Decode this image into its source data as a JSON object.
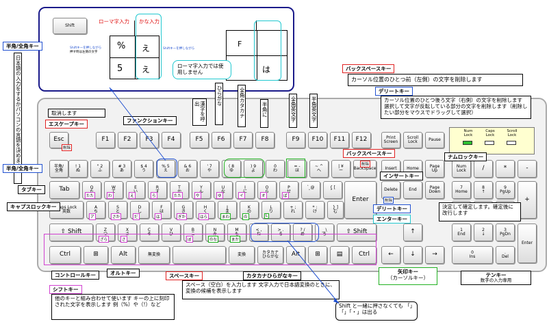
{
  "top_panel": {
    "shift_key": "Shift",
    "romaji_label": "ローマ字入力",
    "kana_label": "かな入力",
    "shift_note_left_1": "Shiftキーを押しながら",
    "shift_note_left_2": "押す時は左側の文字",
    "shift_note_right": "Shiftキーを押しながら",
    "key_percent": "%",
    "key_e1": "え",
    "key_5": "5",
    "key_e2": "え",
    "key_F": "F",
    "key_ha": "は",
    "romaji_note": "ローマ字入力では使用しません"
  },
  "callouts": {
    "hankaku_top": "半角/全角キー",
    "japanese_toggle": "日本語の入力をするかパソコンの言語を決めます",
    "backspace_title": "バックスペースキー",
    "backspace_desc": "カーソル位置のひとつ前（左側）の文字を削除します",
    "delete_title": "デリートキー",
    "delete_desc": "カーソル位置のひとつ後ろ文字（右側）の文字を削除します 選択して文字が反転している部分の文字を削除します（削除したい部分をマウスでドラッグして選択）",
    "cancel_desc": "取消します",
    "escape_title": "エスケープキー",
    "function_title": "ファンクションキー",
    "f5": "漢字を呼出",
    "f6": "ひらがな",
    "f7": "全角カタカナ",
    "f8": "半角に",
    "f9": "全角英文字",
    "f10": "半角英文字",
    "hankaku_mid": "半角/全角キー",
    "tab_title": "タブキー",
    "caps_title": "キャプスロックキー",
    "backspace_title2": "バックスペースキー",
    "insert_title": "インサートキー",
    "numlock_title": "ナムロックキー",
    "delete_title2": "デリートキー",
    "enter_title": "エンターキー",
    "enter_desc": "決定して確定します。確定後に改行します",
    "control_title": "コントロールキー",
    "alt_title": "オルトキー",
    "space_title": "スペースキー",
    "space_desc": "スペース（空白）を入力します 文字入力で日本語変換のときに、変換の候補を表示します",
    "kana_title": "カタカナひらがなキー",
    "arrow_title": "矢印キー",
    "arrow_sub": "（カーソルキー）",
    "tenkey_title": "テンキー",
    "tenkey_sub": "数字の入力専用",
    "shift_title": "シフトキー",
    "shift_desc": "他のキーと組み合わせて使います キーの上に刻印された文字を表示します 例（%）や（!）など",
    "shift_note": "Shift と一緒に押さなくても 「」「」「・」は出る"
  },
  "keys": {
    "esc": "Esc",
    "f1": "F1",
    "f2": "F2",
    "f3": "F3",
    "f4": "F4",
    "f5": "F5",
    "f6": "F6",
    "f7": "F7",
    "f8": "F8",
    "f9": "F9",
    "f10": "F10",
    "f11": "F11",
    "f12": "F12",
    "prtsc": "Print\nScreen",
    "scrlk": "Scroll\nLock",
    "pause": "Pause",
    "ind_num": "Num\nLock",
    "ind_caps": "Caps\nLock",
    "ind_scroll": "Scroll\nLock",
    "hz": "半角/\n全角",
    "n1": "! 1\nぬ",
    "n2": "\" 2\nふ",
    "n3": "# 3\nあ",
    "n4": "$ 4\nう",
    "n5": "% 5\nえ",
    "n6": "& 6\nお",
    "n7": "' 7\nや",
    "n8": "( 8\nゆ",
    "n9": ") 9\nよ",
    "n0": "0\nわ",
    "minus": "= -\nほ",
    "caret": "~ ^\nへ",
    "yen": "| ¥\nー",
    "bs": "BackSpace",
    "ins": "Insert",
    "home": "Home",
    "pgup": "Page\nUp",
    "numlock": "Num\nLock",
    "div": "/",
    "mul": "*",
    "sub": "-",
    "tab": "Tab",
    "q": "Q\nた",
    "w": "W\nて",
    "e": "E\nい",
    "r": "R\nす",
    "t": "T\nか",
    "y": "Y\nん",
    "u": "U\nな",
    "i": "I\nに",
    "o": "O\nら",
    "p": "P\nせ",
    "at": "` @\n゛",
    "lbr": "{ [\n゜",
    "enter": "Enter",
    "del": "Delete",
    "end": "End",
    "pgdn": "Page\nDown",
    "np7": "7\nHome",
    "np8": "8\n↑",
    "np9": "9\nPgUp",
    "add": "+",
    "caps": "Caps Lock\n英数",
    "a": "A\nち",
    "s": "S\nと",
    "d": "D\nし",
    "f": "F\nは",
    "g": "G\nき",
    "h": "H\nく",
    "j": "J\nま",
    "k": "K\nの",
    "l": "L\nり",
    "semi": "+ ;\nれ",
    "colon": "* :\nけ",
    "rbr": "} ]\nむ",
    "np4": "4\n←",
    "np5": "5",
    "np6": "6\n→",
    "lshift": "⇧ Shift",
    "z": "Z\nつ",
    "x": "X\nさ",
    "c": "C\nそ",
    "v": "V\nひ",
    "b": "B\nこ",
    "n": "N\nみ",
    "m": "M\nも",
    "comma": "< ,\nね",
    "period": "> .\nる",
    "slash": "? /\nめ",
    "bslash": "_ \\\nろ",
    "rshift": "⇧ Shift",
    "up": "↑",
    "np1": "1\nEnd",
    "np2": "2\n↓",
    "np3": "3\nPgDn",
    "npenter": "Enter",
    "lctrl": "Ctrl",
    "lwin": "⊞",
    "lalt": "Alt",
    "muhenkan": "無変換",
    "space": "",
    "henkan": "変換",
    "katakana": "カタカナ\nひらがな",
    "ralt": "Alt",
    "rwin": "⊞",
    "menu": "▤",
    "rctrl": "Ctrl",
    "left": "←",
    "down": "↓",
    "right": "→",
    "np0": "0\nIns",
    "npdot": ".\nDel"
  },
  "kana_labels": {
    "q": "たた",
    "w": "わ",
    "e": "え",
    "r": "ら",
    "t": "たた",
    "y": "や",
    "u": "ゆ",
    "i": "イ",
    "o": "オ",
    "p": "ぱ",
    "a": "ア",
    "s": "さか",
    "d": "だ",
    "f": "は",
    "g": "ぎか",
    "h": "はら",
    "j": "まわ",
    "k": "の",
    "l": "L",
    "z": "ざら",
    "x": "さ",
    "b": "ぼ",
    "n": "のな",
    "m": "まか",
    "bs_k": "削除",
    "del_k": "削除",
    "esc_k": "削除"
  }
}
